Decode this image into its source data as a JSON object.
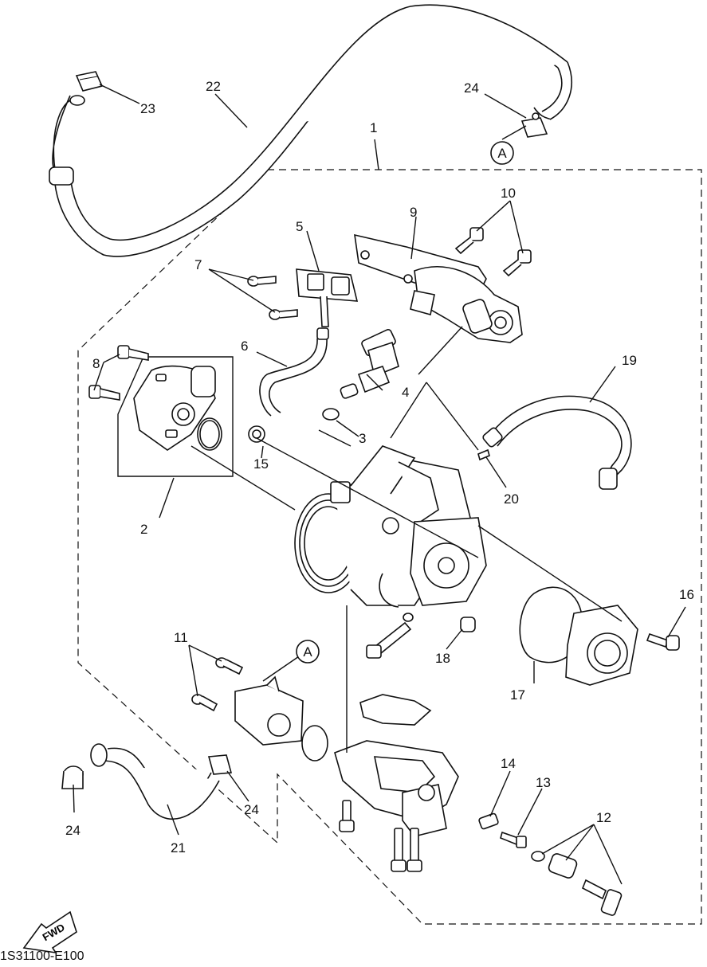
{
  "diagram_code": "1S31100-E100",
  "fwd_label": "FWD",
  "callouts": {
    "c1": "1",
    "c2": "2",
    "c3": "3",
    "c4": "4",
    "c5": "5",
    "c6": "6",
    "c7": "7",
    "c8": "8",
    "c9": "9",
    "c10": "10",
    "c11": "11",
    "c12": "12",
    "c13": "13",
    "c14": "14",
    "c15": "15",
    "c16": "16",
    "c17": "17",
    "c18": "18",
    "c19": "19",
    "c20": "20",
    "c21": "21",
    "c22": "22",
    "c23": "23",
    "c24a": "24",
    "c24b": "24",
    "c24c": "24"
  },
  "ref_markers": {
    "top": "A",
    "bottom": "A"
  }
}
